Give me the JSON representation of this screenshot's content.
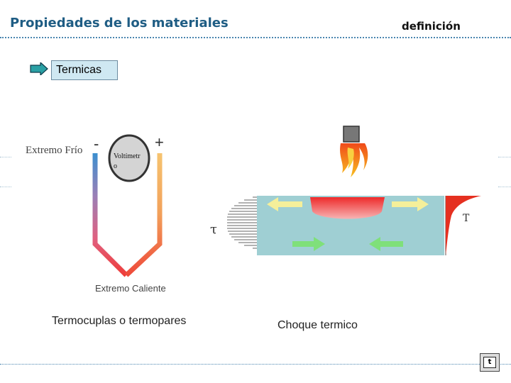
{
  "header": {
    "title": "Propiedades de los materiales",
    "section_link": "definición"
  },
  "topic": {
    "label": "Termicas"
  },
  "thermocouple": {
    "cold_end": "Extremo Frío",
    "hot_end": "Extremo Caliente",
    "minus": "-",
    "plus": "+",
    "meter_line1": "Voltímetr",
    "meter_line2": "o",
    "caption": "Termocuplas o termopares"
  },
  "thermal_shock": {
    "tau": "τ",
    "temp_label": "T",
    "caption": "Choque termico"
  },
  "nav": {
    "button_label": "t"
  },
  "colors": {
    "title": "#1f5d84",
    "label_bg": "#cfe8f2",
    "plate": "#9fcfd3",
    "flame": "#f04a1a"
  }
}
